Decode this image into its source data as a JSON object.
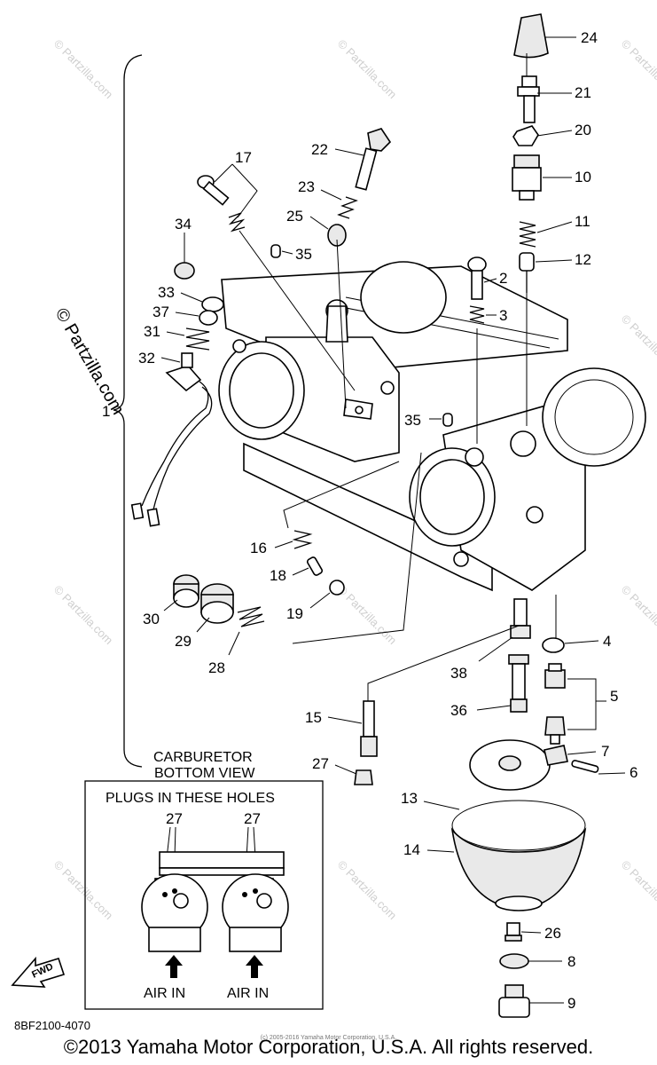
{
  "watermark": {
    "diagonal_text": "© Partzilla.com",
    "vertical_text": "© Partzilla.com"
  },
  "callouts": [
    "24",
    "21",
    "20",
    "10",
    "11",
    "12",
    "2",
    "3",
    "22",
    "23",
    "25",
    "17",
    "34",
    "35",
    "33",
    "37",
    "31",
    "32",
    "1",
    "35",
    "16",
    "18",
    "19",
    "30",
    "29",
    "28",
    "4",
    "5",
    "38",
    "36",
    "15",
    "27",
    "7",
    "6",
    "13",
    "14",
    "26",
    "8",
    "9"
  ],
  "inset": {
    "heading_line1": "CARBURETOR",
    "heading_line2": "BOTTOM VIEW",
    "box_title": "PLUGS IN THESE HOLES",
    "left_callout": "27",
    "right_callout": "27",
    "left_air_label": "AIR IN",
    "right_air_label": "AIR IN"
  },
  "fwd_label": "FWD",
  "footer": {
    "code": "8BF2100-4070",
    "copyright": "©2013 Yamaha Motor Corporation, U.S.A. All rights reserved.",
    "small_copyright": "(c) 2005-2016 Yamaha Motor Corporation, U.S.A."
  }
}
